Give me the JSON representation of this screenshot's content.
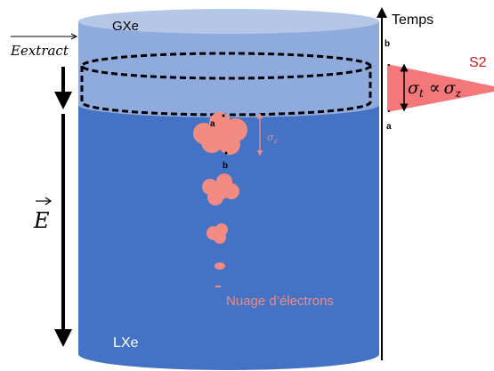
{
  "labels": {
    "gas_phase": "GXe",
    "liquid_phase": "LXe",
    "extraction_field": "E",
    "extraction_field_subscript": "extract",
    "drift_field": "E",
    "sigma_z": "σ",
    "sigma_z_sub": "z",
    "point_a_cloud": "a",
    "point_b_cloud": "b",
    "electron_cloud": "Nuage d’électrons",
    "time_axis": "Temps",
    "point_b_time": "b",
    "point_a_time": "a",
    "s2_signal": "S2",
    "relation_sigma_t": "σ",
    "relation_sigma_t_sub": "t",
    "relation_propto": "∝",
    "relation_sigma_z": "σ",
    "relation_sigma_z_sub": "z"
  },
  "colors": {
    "gas": "#8faadc",
    "gas_top": "#b4c7e7",
    "liquid": "#4472c4",
    "liquid_top": "#5a86d0",
    "electron_cloud": "#f28b82",
    "s2_pulse": "#f4787a",
    "s2_label": "#e0141e",
    "text_dark": "#000000",
    "text_light": "#ffffff"
  }
}
